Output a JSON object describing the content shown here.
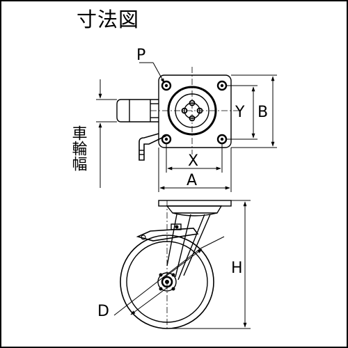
{
  "title": "寸法図",
  "labels": {
    "p": "P",
    "x": "X",
    "y": "Y",
    "a": "A",
    "b": "B",
    "h": "H",
    "d": "D",
    "wheel_width": "車輪幅"
  },
  "colors": {
    "line": "#000000",
    "background": "#ffffff"
  }
}
